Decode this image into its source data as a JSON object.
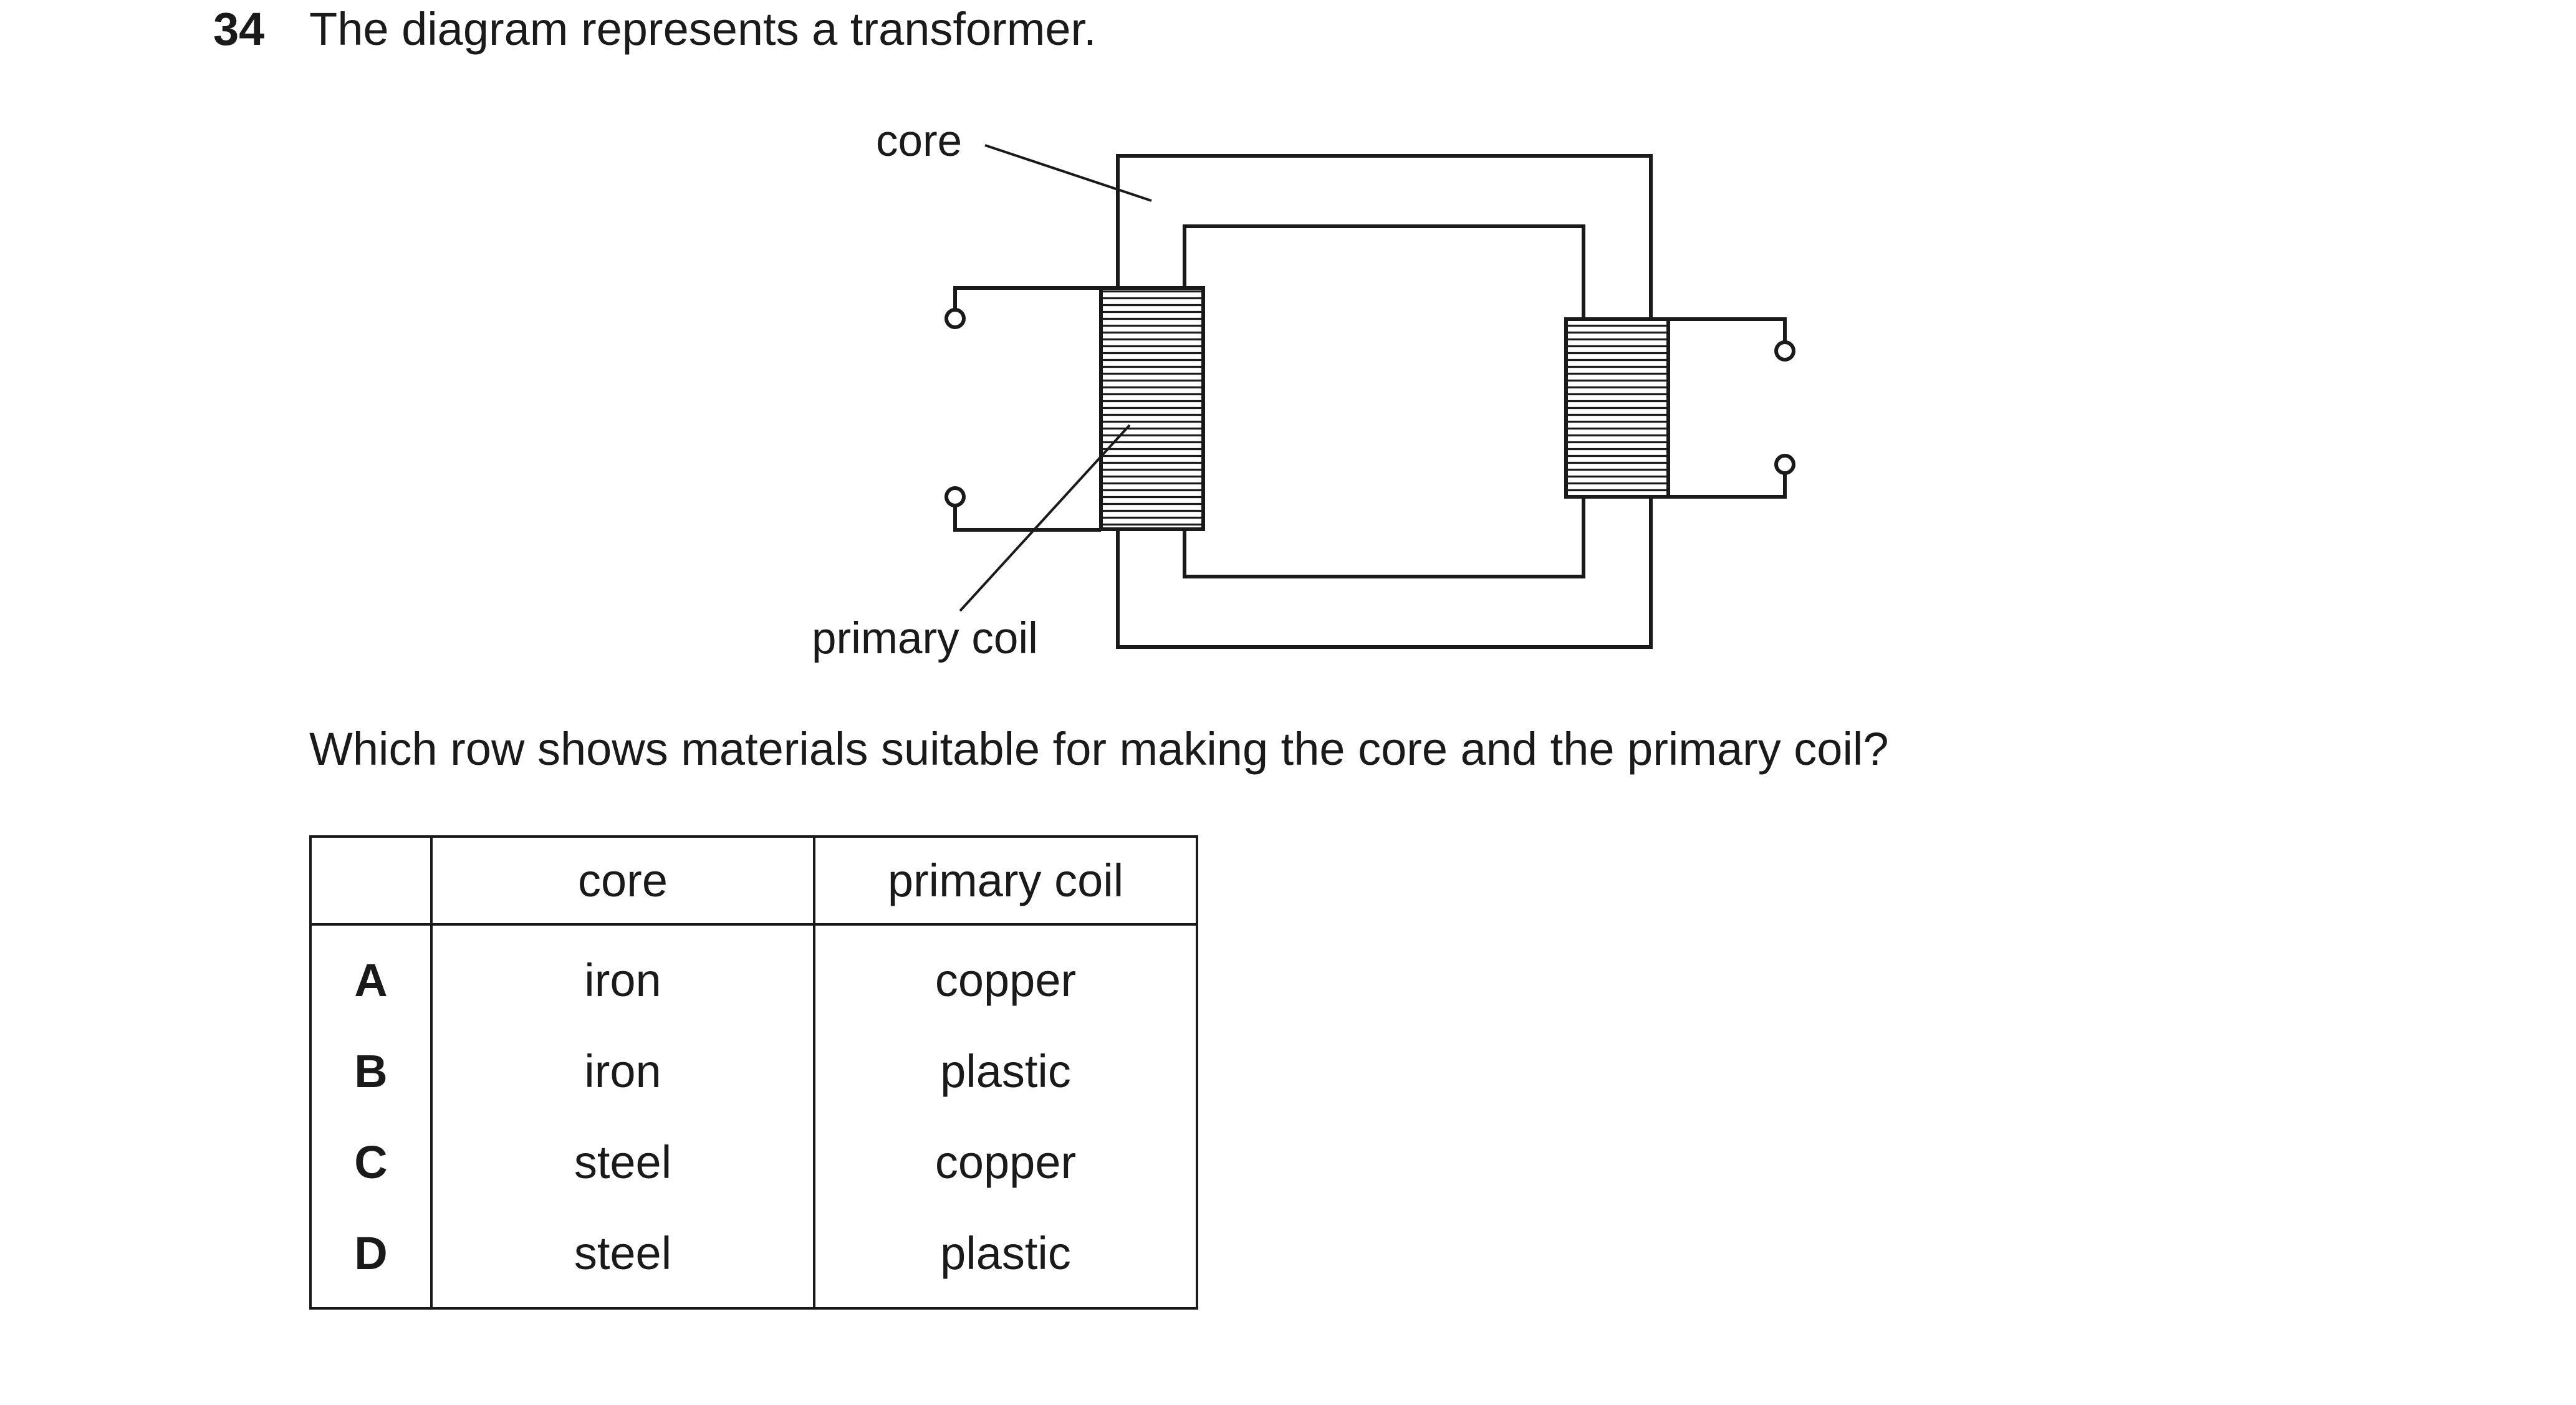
{
  "question": {
    "number": "34",
    "text": "The diagram represents a transformer."
  },
  "diagram": {
    "labels": {
      "core": "core",
      "primary_coil": "primary coil"
    }
  },
  "prompt": "Which row shows materials suitable for making the core and the primary coil?",
  "table": {
    "headers": [
      "",
      "core",
      "primary coil"
    ],
    "rows": [
      {
        "letter": "A",
        "core": "iron",
        "primary_coil": "copper"
      },
      {
        "letter": "B",
        "core": "iron",
        "primary_coil": "plastic"
      },
      {
        "letter": "C",
        "core": "steel",
        "primary_coil": "copper"
      },
      {
        "letter": "D",
        "core": "steel",
        "primary_coil": "plastic"
      }
    ]
  }
}
